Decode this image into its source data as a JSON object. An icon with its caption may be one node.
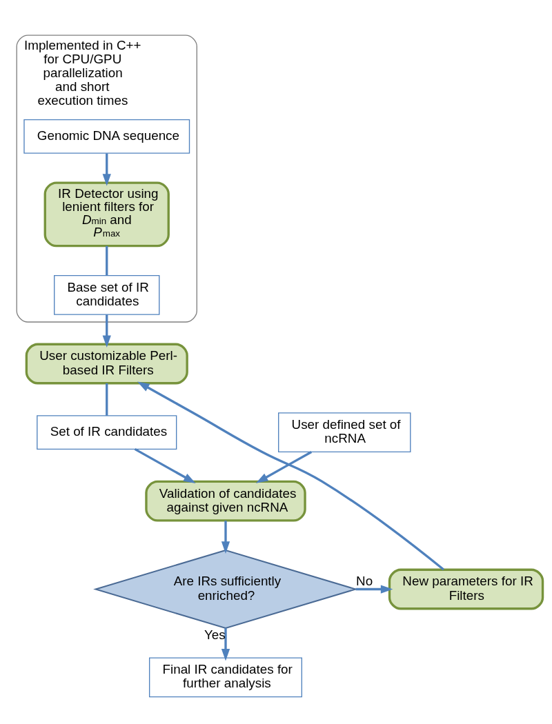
{
  "diagram": {
    "nodes": [
      {
        "text": [],
        "shape": "box",
        "beside": [
          "Implemented in C++ for CPU/GPU parallelization and short execution times"
        ]
      },
      {
        "text": [
          "Genomic DNA sequence"
        ],
        "in": 0
      },
      {
        "text": [
          "IR Detector using lenient filters for *D*$_{min}$ and *P*$_{max}$"
        ],
        "in": 0
      },
      {
        "text": [
          "Base set of IR candidates"
        ],
        "in": 0
      },
      {
        "text": [
          "User customizable Perl-based IR Filters"
        ]
      },
      {
        "text": [
          "Set of IR candidates"
        ]
      },
      {
        "text": [
          "User defined set of ncRNA"
        ]
      },
      {
        "text": [
          "Validation of candidates against given ncRNA"
        ]
      },
      {
        "text": [
          "Are IRs sufficiently enriched?"
        ]
      },
      {
        "text": [
          "New parameters for IR Filters"
        ]
      },
      {
        "text": [
          "Final IR candidates for further analysis"
        ]
      }
    ],
    "edges": [
      {
        "from": 1,
        "to": 2,
        "arrow": "to"
      },
      {
        "from": 2,
        "to": 3,
        "arrow": "none"
      },
      {
        "from": 3,
        "to": 4,
        "arrow": "to"
      },
      {
        "from": 4,
        "to": 5,
        "arrow": "none"
      },
      {
        "from": 5,
        "to": 7,
        "arrow": "to"
      },
      {
        "from": 6,
        "to": 7,
        "arrow": "to"
      },
      {
        "from": 7,
        "to": 8,
        "arrow": "to"
      },
      {
        "from": 8,
        "to": 9,
        "arrow": "to",
        "label": "No"
      },
      {
        "from": 9,
        "to": 4,
        "arrow": "to"
      },
      {
        "from": 8,
        "to": 10,
        "arrow": "to",
        "label": "Yes"
      }
    ]
  }
}
